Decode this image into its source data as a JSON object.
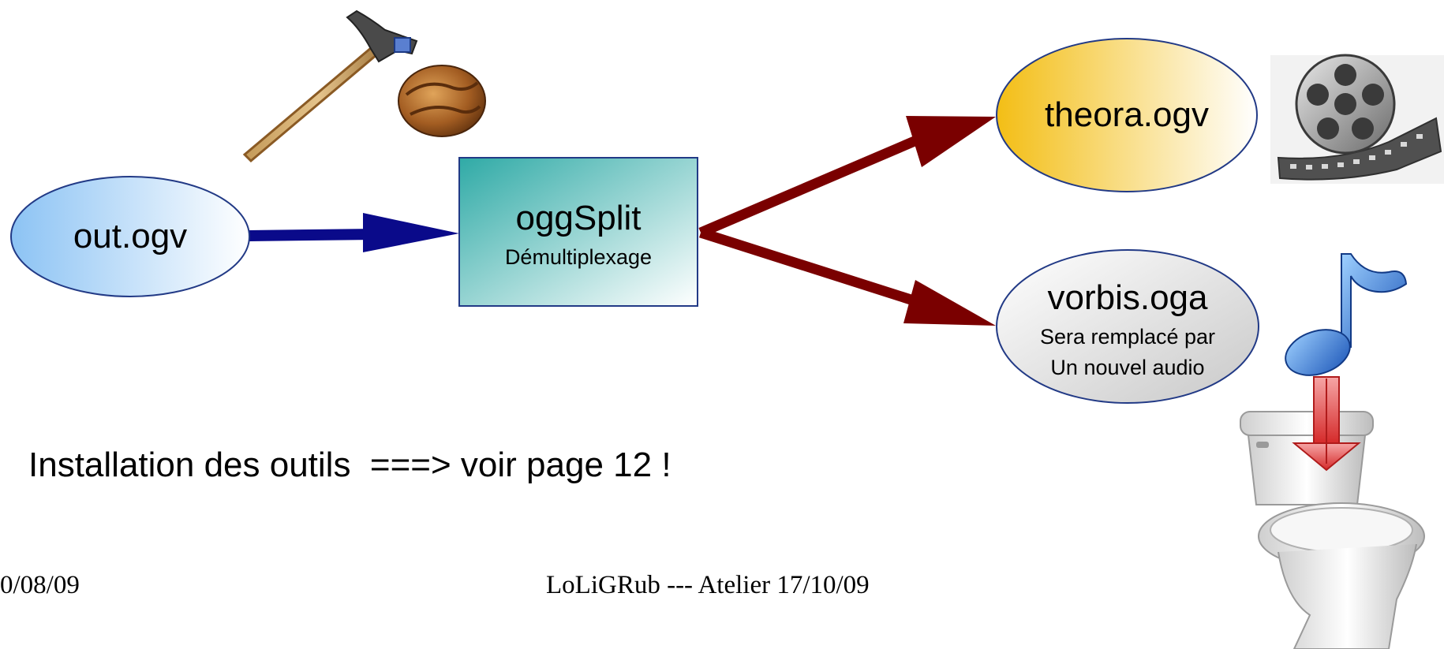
{
  "nodes": {
    "input": {
      "label": "out.ogv"
    },
    "splitter": {
      "label": "oggSplit",
      "sublabel": "Démultiplexage"
    },
    "video": {
      "label": "theora.ogv"
    },
    "audio": {
      "label": "vorbis.oga",
      "note_line1": "Sera remplacé par",
      "note_line2": "Un nouvel audio"
    }
  },
  "edges": [
    {
      "from": "input",
      "to": "splitter",
      "color": "#0a0a8a"
    },
    {
      "from": "splitter",
      "to": "video",
      "color": "#7a0000"
    },
    {
      "from": "splitter",
      "to": "audio",
      "color": "#7a0000"
    }
  ],
  "icons": [
    "hammer-icon",
    "walnut-icon",
    "film-reel-icon",
    "music-note-icon",
    "flush-arrow-icon",
    "toilet-icon"
  ],
  "install_note": "Installation des outils  ===> voir page 12 !",
  "footer": {
    "left": "0/08/09",
    "center": "LoLiGRub --- Atelier 17/10/09"
  },
  "colors": {
    "input_fill": "#9fcdf6",
    "splitter_fill": "#43b7b4",
    "video_fill": "#f4c21f",
    "audio_fill": "#d8d8d8",
    "arrow_blue": "#0a0a8a",
    "arrow_red": "#7a0000"
  }
}
